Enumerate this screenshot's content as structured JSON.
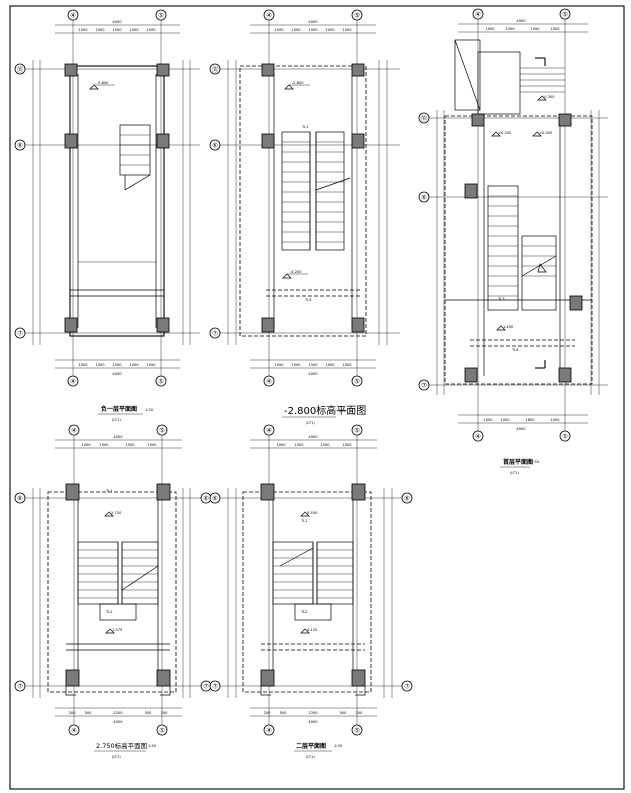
{
  "drawings": [
    {
      "key": "d1",
      "title": "负一层平面图",
      "scale": "1:50",
      "ref": "(LT1)",
      "level": "-5.600",
      "axes_top": [
        "④",
        "⑤"
      ],
      "axes_side": [
        "⑪",
        "⑥",
        "⑦"
      ],
      "total_dim": "4000",
      "dims_top": [
        "1000",
        "1000",
        "1500",
        "1000",
        "1000"
      ],
      "dims_bottom": [
        "1000",
        "1000",
        "1500",
        "1000",
        "1000"
      ]
    },
    {
      "key": "d2",
      "title": "-2.800标高平面图",
      "scale": "1:50",
      "ref": "(LT1)",
      "level": "-2.800",
      "level2": "-4.200",
      "beam": "TL1",
      "beam2": "TL4",
      "axes_top": [
        "④",
        "⑤"
      ],
      "axes_side": [
        "⑪",
        "⑥",
        "⑦"
      ],
      "total_dim": "4000",
      "dims_top": [
        "1000",
        "1000",
        "1500",
        "1000",
        "1000"
      ],
      "dims_bottom": [
        "1000",
        "1000",
        "1500",
        "1000",
        "1000"
      ]
    },
    {
      "key": "d3",
      "title": "首层平面图",
      "scale": "1:50",
      "ref": "(LT1)",
      "level": "±0.000",
      "level_a": "-0.300",
      "level_b": "±0.000",
      "level_c": "1.400",
      "beam": "TL3",
      "beam2": "TL4",
      "axes_top": [
        "④",
        "⑤"
      ],
      "axes_side": [
        "⑪",
        "⑥",
        "⑦"
      ],
      "total_dim": "4000",
      "dims_top": [
        "1000",
        "1500",
        "1500",
        "1000"
      ],
      "dims_bottom": [
        "1000",
        "1000",
        "1800",
        "1000"
      ]
    },
    {
      "key": "d4",
      "title": "2.750标高平面图",
      "scale": "1:50",
      "ref": "(LT1)",
      "level": "2.750",
      "level2": "1.375",
      "beam": "TL1",
      "beam2": "TL2",
      "axes_top": [
        "④",
        "⑤"
      ],
      "axes_side": [
        "⑥",
        "⑦"
      ],
      "total_dim": "4000",
      "dims_top": [
        "1000",
        "1500",
        "1500",
        "1000"
      ],
      "dims_bottom": [
        "200",
        "500",
        "2200",
        "500",
        "200"
      ]
    },
    {
      "key": "d5",
      "title": "二层平面图",
      "scale": "1:50",
      "ref": "(LT1)",
      "level": "5.500",
      "level2": "4.125",
      "beam": "TL1",
      "beam2": "TL2",
      "axes_top": [
        "④",
        "⑤"
      ],
      "axes_side": [
        "⑥",
        "⑦"
      ],
      "total_dim": "4000",
      "dims_top": [
        "1000",
        "1500",
        "1500",
        "1000"
      ],
      "dims_bottom": [
        "200",
        "500",
        "2200",
        "500",
        "200"
      ]
    }
  ]
}
